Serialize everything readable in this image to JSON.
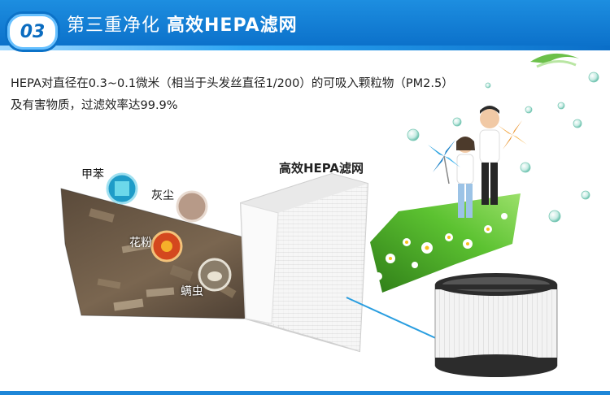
{
  "header": {
    "badge_number": "03",
    "title_prefix": "第三重净化",
    "title_highlight": "高效HEPA滤网"
  },
  "description": {
    "line1": "HEPA对直径在0.3~0.1微米（相当于头发丝直径1/200）的可吸入颗粒物（PM2.5）",
    "line2": "及有害物质，过滤效率达99.9%"
  },
  "pollutants": {
    "benzene": "甲苯",
    "dust": "灰尘",
    "pollen": "花粉",
    "mites": "螨虫"
  },
  "filter": {
    "label": "高效HEPA滤网"
  },
  "colors": {
    "brand_blue": "#0a6ec8",
    "grass_green": "#4caf2a"
  }
}
